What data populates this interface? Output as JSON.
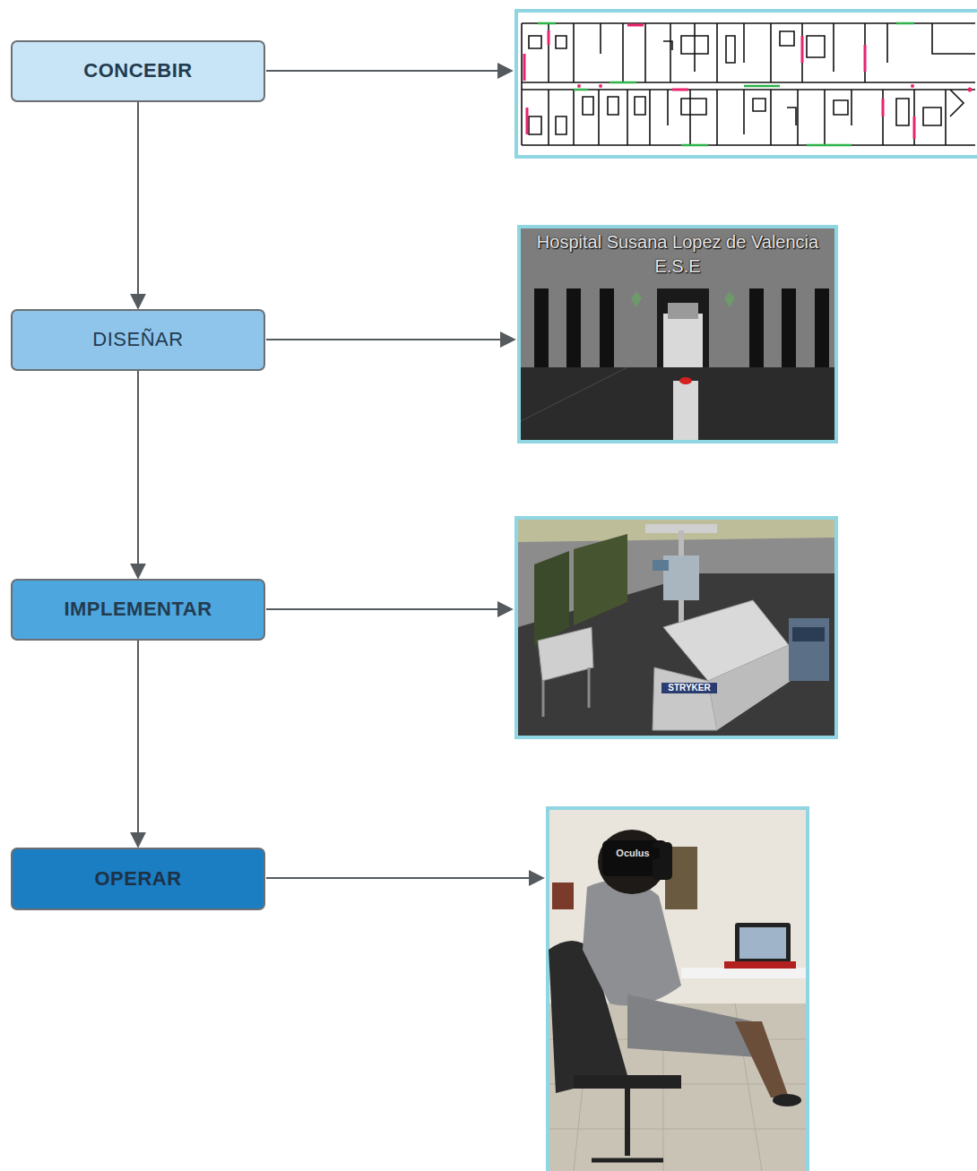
{
  "diagram": {
    "nodes": [
      {
        "text": [
          "CONCEBIR"
        ]
      },
      {
        "text": [
          "DISEÑAR"
        ]
      },
      {
        "text": [
          "IMPLEMENTAR"
        ]
      },
      {
        "text": [
          "OPERAR"
        ]
      }
    ],
    "edges": [
      {
        "from": 0,
        "to": 1,
        "arrow": "to"
      },
      {
        "from": 1,
        "to": 2,
        "arrow": "to"
      },
      {
        "from": 2,
        "to": 3,
        "arrow": "to"
      }
    ],
    "labels": [
      "Hospital Susana Lopez de Valencia E.S.E",
      "STRYKER",
      "Oculus"
    ]
  }
}
